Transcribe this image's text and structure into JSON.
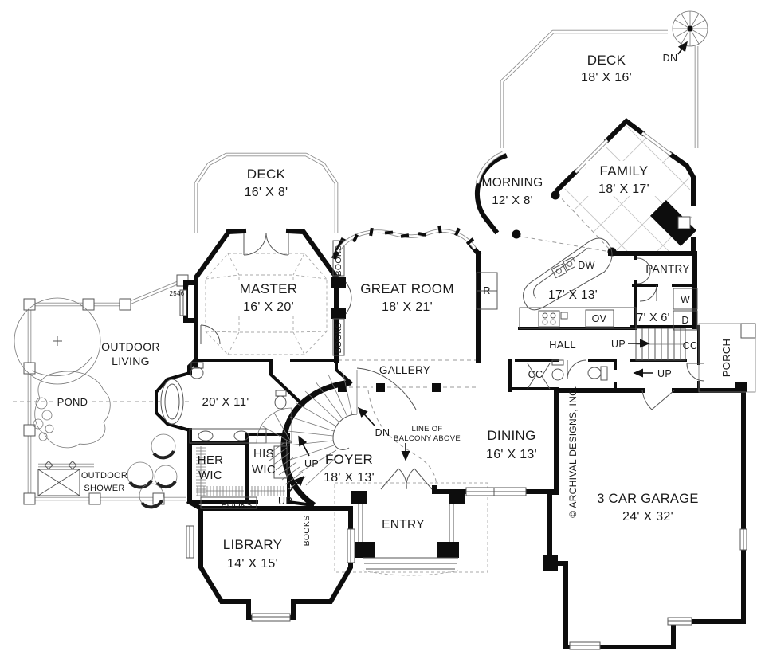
{
  "plan": {
    "plan_number": "2546",
    "copyright": "© ARCHIVAL DESIGNS, INC.",
    "rooms": {
      "deck_right": {
        "name": "DECK",
        "dims": "18' X 16'"
      },
      "deck_left": {
        "name": "DECK",
        "dims": "16' X 8'"
      },
      "morning": {
        "name": "MORNING",
        "dims": "12' X 8'"
      },
      "family": {
        "name": "FAMILY",
        "dims": "18' X 17'"
      },
      "master": {
        "name": "MASTER",
        "dims": "16' X 20'"
      },
      "great_room": {
        "name": "GREAT ROOM",
        "dims": "18' X 21'"
      },
      "kitchen": {
        "dims": "17' X 13'"
      },
      "laundry": {
        "dims": "7' X 6'"
      },
      "master_bath": {
        "dims": "20' X 11'"
      },
      "dining": {
        "name": "DINING",
        "dims": "16' X 13'"
      },
      "foyer": {
        "name": "FOYER",
        "dims": "18' X 13'"
      },
      "library": {
        "name": "LIBRARY",
        "dims": "14' X 15'"
      },
      "garage": {
        "name": "3 CAR GARAGE",
        "dims": "24' X 32'"
      },
      "entry": {
        "name": "ENTRY"
      },
      "hall": {
        "name": "HALL"
      },
      "gallery": {
        "name": "GALLERY"
      },
      "pantry": {
        "name": "PANTRY"
      },
      "porch": {
        "name": "PORCH"
      },
      "her_wic": {
        "line1": "HER",
        "line2": "WIC"
      },
      "his_wic": {
        "line1": "HIS",
        "line2": "WIC"
      },
      "outdoor_living": {
        "line1": "OUTDOOR",
        "line2": "LIVING"
      },
      "outdoor_shower": {
        "line1": "OUTDOOR",
        "line2": "SHOWER"
      },
      "pond": {
        "name": "POND"
      }
    },
    "labels": {
      "dn": "DN",
      "up": "UP",
      "cc": "CC",
      "dw": "DW",
      "ov": "OV",
      "washer": "W",
      "dryer": "D",
      "refrigerator": "R",
      "books": "BOOKS",
      "balcony_line1": "LINE OF",
      "balcony_line2": "BALCONY ABOVE"
    },
    "colors": {
      "wall": "#0d0d0d",
      "thin_line": "#8f8f8f",
      "text": "#1b1b1b",
      "background": "#ffffff"
    }
  }
}
